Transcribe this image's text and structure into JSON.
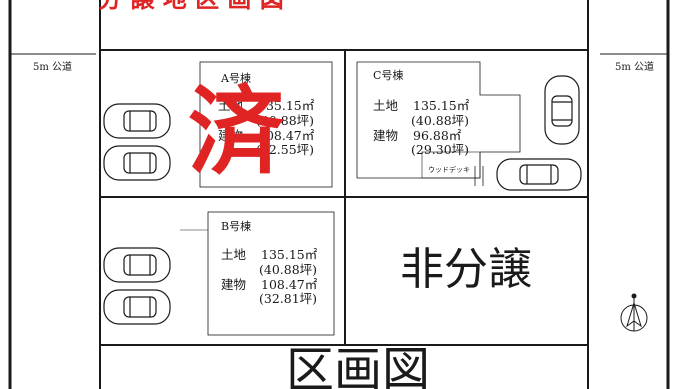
{
  "banner_text": "分 譲 地 区 画 図",
  "road_left": "5m 公道",
  "road_right": "5m 公道",
  "lots": {
    "a": {
      "name": "A号棟",
      "land_label": "土地",
      "land_area": "135.15㎡",
      "land_tsubo": "(40.88坪)",
      "building_label": "建物",
      "building_area": "108.47㎡",
      "building_tsubo": "(32.55坪)",
      "stamp": "済"
    },
    "b": {
      "name": "B号棟",
      "land_label": "土地",
      "land_area": "135.15㎡",
      "land_tsubo": "(40.88坪)",
      "building_label": "建物",
      "building_area": "108.47㎡",
      "building_tsubo": "(32.81坪)"
    },
    "c": {
      "name": "C号棟",
      "land_label": "土地",
      "land_area": "135.15㎡",
      "land_tsubo": "(40.88坪)",
      "building_label": "建物",
      "building_area": "96.88㎡",
      "building_tsubo": "(29.30坪)",
      "deck": "ウッドデッキ"
    }
  },
  "not_for_sale": "非分譲",
  "title": "区画図",
  "colors": {
    "stamp": "#e02424",
    "line": "#1a1a1a"
  },
  "icons": [
    "car-icon",
    "north-arrow-icon"
  ]
}
